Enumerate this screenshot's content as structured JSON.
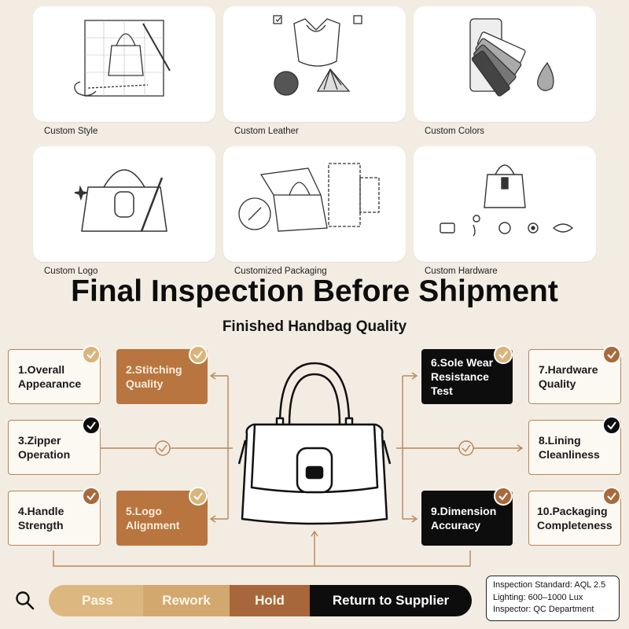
{
  "cards": [
    {
      "label": "Custom Style",
      "icon": "pattern-drafting-icon"
    },
    {
      "label": "Custom Leather",
      "icon": "leather-icon"
    },
    {
      "label": "Custom Colors",
      "icon": "color-swatch-icon"
    },
    {
      "label": "Custom Logo",
      "icon": "logo-handbag-icon"
    },
    {
      "label": "Customized Packaging",
      "icon": "packaging-box-icon"
    },
    {
      "label": "Custom Hardware",
      "icon": "hardware-icon"
    }
  ],
  "title": "Final Inspection Before Shipment",
  "subtitle": "Finished Handbag Quality",
  "checks": [
    {
      "label": "1.Overall\nAppearance",
      "style": "white",
      "badge": "gold"
    },
    {
      "label": "2.Stitching\nQuality",
      "style": "brown",
      "badge": "gold"
    },
    {
      "label": "3.Zipper\nOperation",
      "style": "white",
      "badge": "black"
    },
    {
      "label": "4.Handle\nStrength",
      "style": "white",
      "badge": "brown"
    },
    {
      "label": "5.Logo\nAlignment",
      "style": "brown",
      "badge": "gold"
    },
    {
      "label": "6.Sole Wear\nResistance Test",
      "style": "black",
      "badge": "gold"
    },
    {
      "label": "7.Hardware\nQuality",
      "style": "white",
      "badge": "brown"
    },
    {
      "label": "8.Lining\nCleanliness",
      "style": "white",
      "badge": "black"
    },
    {
      "label": "9.Dimension\nAccuracy",
      "style": "black",
      "badge": "brown"
    },
    {
      "label": "10.Packaging\nCompleteness",
      "style": "white",
      "badge": "brown"
    }
  ],
  "status": {
    "pass": "Pass",
    "rework": "Rework",
    "hold": "Hold",
    "return": "Return to Supplier"
  },
  "info": {
    "standard": "Inspection Standard: AQL 2.5",
    "lighting": "Lighting: 600–1000 Lux",
    "inspector": "Inspector: QC Department"
  },
  "colors": {
    "background": "#f3ece2",
    "brown": "#b9753f",
    "gold": "#d9b57d",
    "black": "#0d0d0d"
  }
}
